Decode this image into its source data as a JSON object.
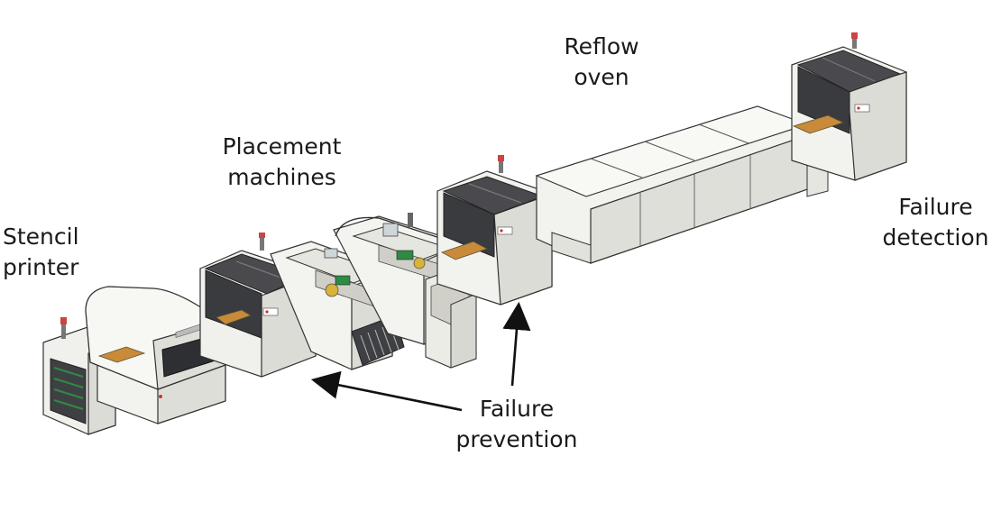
{
  "labels": {
    "stencil_printer": [
      "Stencil",
      "printer"
    ],
    "placement_machines": [
      "Placement",
      "machines"
    ],
    "reflow_oven": [
      "Reflow",
      "oven"
    ],
    "failure_detection": [
      "Failure",
      "detection"
    ],
    "failure_prevention": [
      "Failure",
      "prevention"
    ]
  },
  "colors": {
    "machine_body": "#f1f1ee",
    "machine_side": "#dcdcd6",
    "machine_edge": "#3a3a3a",
    "dark_panel": "#4a4a4e",
    "window_dark": "#2e2f33",
    "accent_green": "#2f8a44",
    "accent_yellow": "#d8b23a",
    "arrow": "#111111"
  }
}
